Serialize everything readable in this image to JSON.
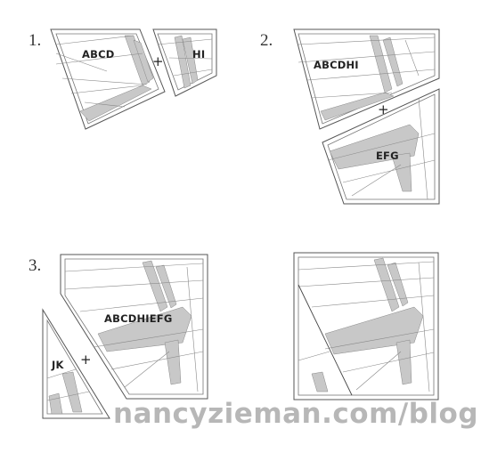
{
  "steps": [
    {
      "number": "1.",
      "pieces": [
        "ABCD",
        "HI"
      ]
    },
    {
      "number": "2.",
      "pieces": [
        "ABCDHI",
        "EFG"
      ]
    },
    {
      "number": "3.",
      "pieces": [
        "ABCDHIEFG",
        "JK"
      ]
    }
  ],
  "plus_sign": "+",
  "watermark": "nancyzieman.com/blog",
  "colors": {
    "outline": "#555555",
    "fill_gray": "#c8c8c8",
    "watermark": "#b7b7b7"
  }
}
